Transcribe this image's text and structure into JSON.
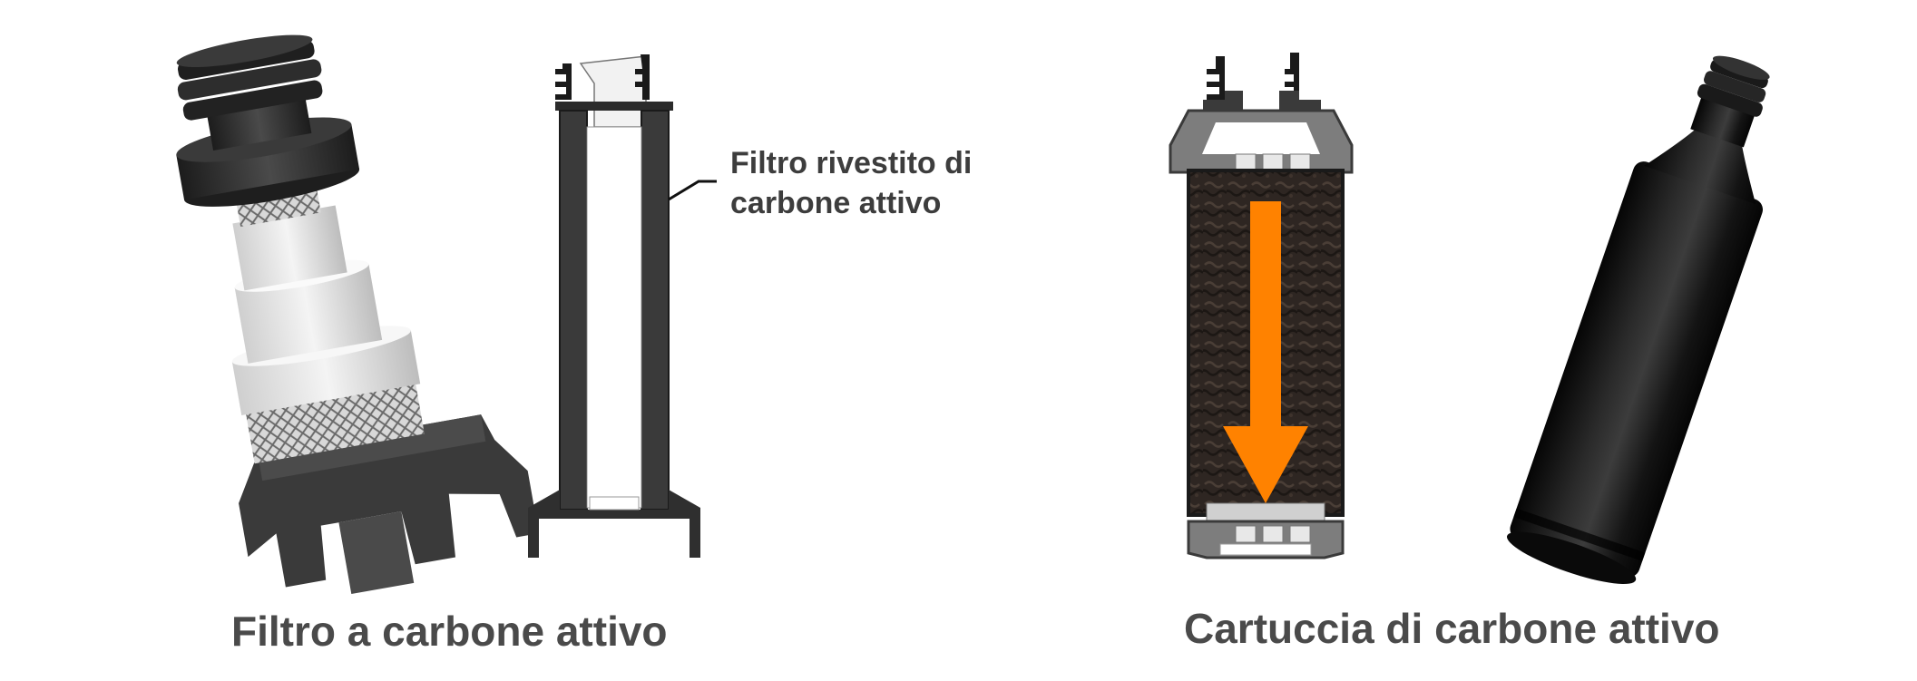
{
  "left_panel": {
    "caption": "Filtro a carbone attivo",
    "callout_line1": "Filtro rivestito di",
    "callout_line2": "carbone attivo"
  },
  "right_panel": {
    "caption": "Cartuccia di carbone attivo"
  },
  "colors": {
    "plastic_dark": "#3a3a3a",
    "plastic_black": "#151515",
    "carbon_fill": "#2e2622",
    "flow_arrow": "#ff8200",
    "caption_text": "#4a4a4a"
  }
}
